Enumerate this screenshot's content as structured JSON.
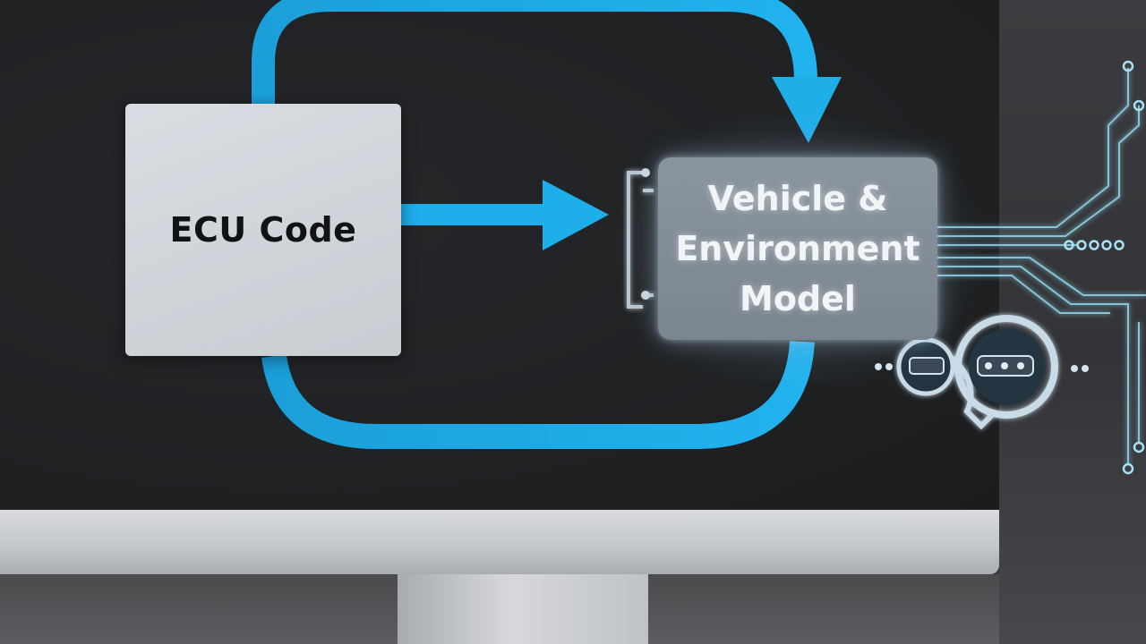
{
  "diagram": {
    "ecu_box": {
      "label": "ECU Code"
    },
    "model_box": {
      "line1": "Vehicle &",
      "line2": "Environment",
      "line3": "Model"
    }
  },
  "colors": {
    "loop_arrow": "#1aa7e4",
    "circuit_trace": "#7fd0ea",
    "ecu_box": "#d3d7dc",
    "model_box": "#848e98",
    "screen": "#1f2123",
    "bezel": "#cdd0d4"
  },
  "icons": [
    "feedback-loop-arrow",
    "input-arrow",
    "bracket-connector",
    "circuit-traces",
    "infinity-loop-icon"
  ]
}
